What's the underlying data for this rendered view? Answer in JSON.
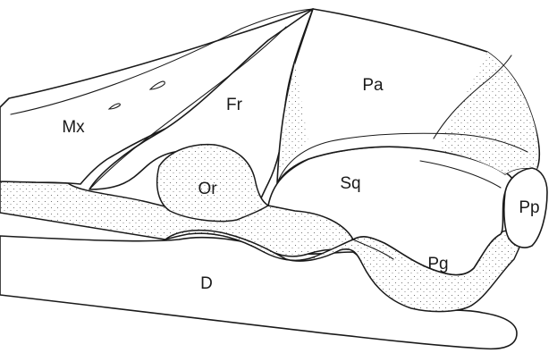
{
  "labels": {
    "mx": "Mx",
    "fr": "Fr",
    "pa": "Pa",
    "or": "Or",
    "sq": "Sq",
    "pp": "Pp",
    "pg": "Pg",
    "d": "D"
  },
  "colors": {
    "line": "#1a1a1a",
    "stipple": "#555555",
    "background": "#ffffff"
  }
}
